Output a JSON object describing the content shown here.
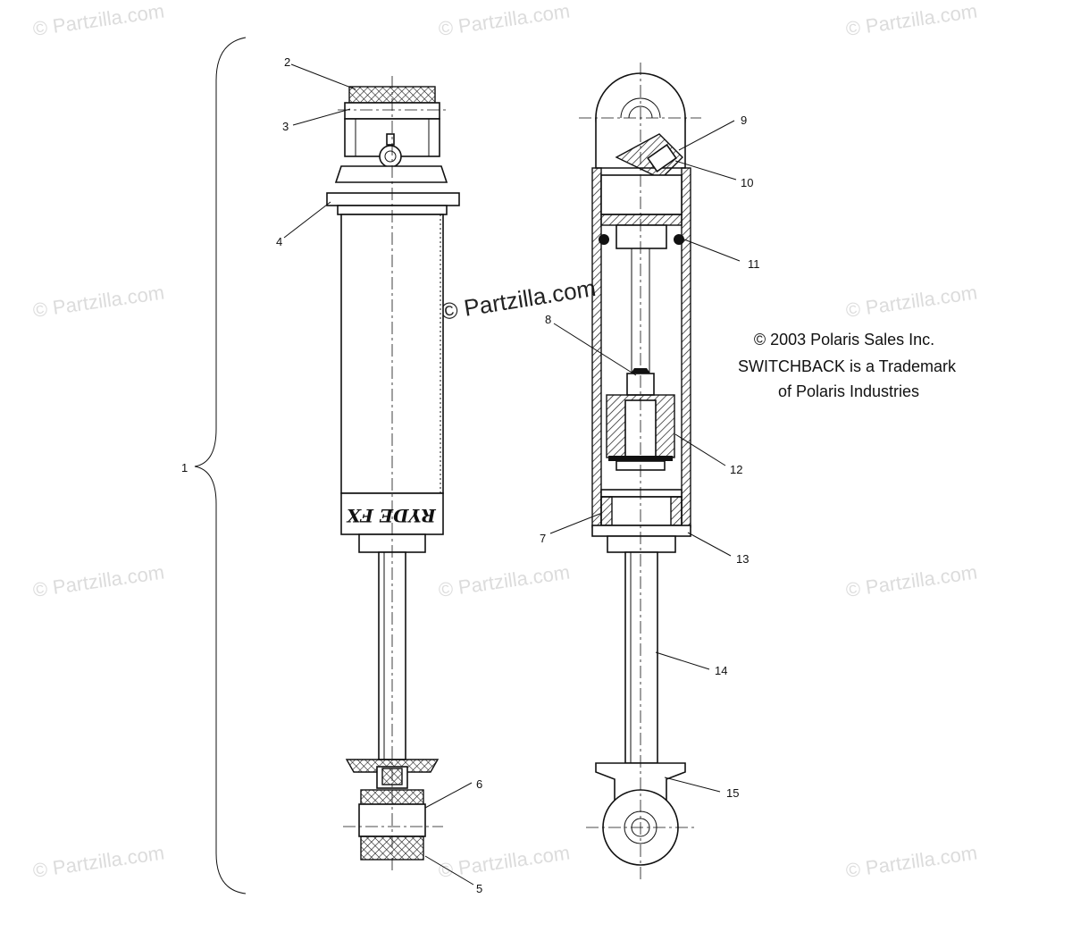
{
  "watermark": {
    "text": "© Partzilla.com",
    "center_text": "© Partzilla.com"
  },
  "copyright_note": {
    "line1": "© 2003 Polaris Sales Inc.",
    "line2": "SWITCHBACK is a Trademark",
    "line3": "of Polaris Industries"
  },
  "brand_logo_text": "RYDE FX",
  "callouts": {
    "c1": "1",
    "c2": "2",
    "c3": "3",
    "c4": "4",
    "c5": "5",
    "c6": "6",
    "c7": "7",
    "c8": "8",
    "c9": "9",
    "c10": "10",
    "c11": "11",
    "c12": "12",
    "c13": "13",
    "c14": "14",
    "c15": "15"
  }
}
